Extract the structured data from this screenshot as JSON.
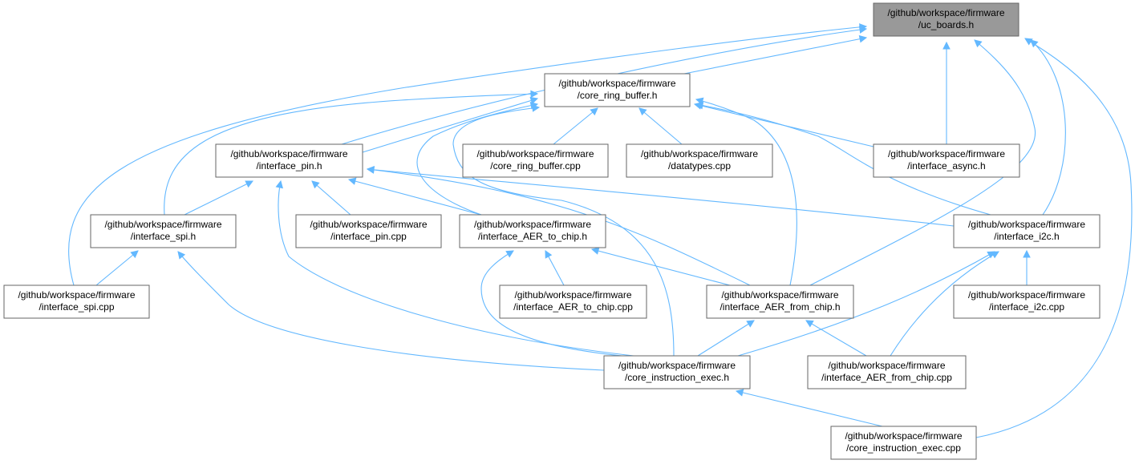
{
  "colors": {
    "edge": "#63b8ff",
    "node_border": "#666666",
    "node_fill": "#ffffff",
    "root_fill": "#999999"
  },
  "nodes": [
    {
      "id": "uc_boards_h",
      "lines": [
        "/github/workspace/firmware",
        "/uc_boards.h"
      ],
      "highlight": true
    },
    {
      "id": "core_ring_buffer_h",
      "lines": [
        "/github/workspace/firmware",
        "/core_ring_buffer.h"
      ]
    },
    {
      "id": "interface_pin_h",
      "lines": [
        "/github/workspace/firmware",
        "/interface_pin.h"
      ]
    },
    {
      "id": "core_ring_buffer_cpp",
      "lines": [
        "/github/workspace/firmware",
        "/core_ring_buffer.cpp"
      ]
    },
    {
      "id": "datatypes_cpp",
      "lines": [
        "/github/workspace/firmware",
        "/datatypes.cpp"
      ]
    },
    {
      "id": "interface_async_h",
      "lines": [
        "/github/workspace/firmware",
        "/interface_async.h"
      ]
    },
    {
      "id": "interface_spi_h",
      "lines": [
        "/github/workspace/firmware",
        "/interface_spi.h"
      ]
    },
    {
      "id": "interface_pin_cpp",
      "lines": [
        "/github/workspace/firmware",
        "/interface_pin.cpp"
      ]
    },
    {
      "id": "interface_aer_to_chip_h",
      "lines": [
        "/github/workspace/firmware",
        "/interface_AER_to_chip.h"
      ]
    },
    {
      "id": "interface_i2c_h",
      "lines": [
        "/github/workspace/firmware",
        "/interface_i2c.h"
      ]
    },
    {
      "id": "interface_spi_cpp",
      "lines": [
        "/github/workspace/firmware",
        "/interface_spi.cpp"
      ]
    },
    {
      "id": "interface_aer_to_chip_cpp",
      "lines": [
        "/github/workspace/firmware",
        "/interface_AER_to_chip.cpp"
      ]
    },
    {
      "id": "interface_aer_from_chip_h",
      "lines": [
        "/github/workspace/firmware",
        "/interface_AER_from_chip.h"
      ]
    },
    {
      "id": "interface_i2c_cpp",
      "lines": [
        "/github/workspace/firmware",
        "/interface_i2c.cpp"
      ]
    },
    {
      "id": "core_instruction_exec_h",
      "lines": [
        "/github/workspace/firmware",
        "/core_instruction_exec.h"
      ]
    },
    {
      "id": "interface_aer_from_chip_cpp",
      "lines": [
        "/github/workspace/firmware",
        "/interface_AER_from_chip.cpp"
      ]
    },
    {
      "id": "core_instruction_exec_cpp",
      "lines": [
        "/github/workspace/firmware",
        "/core_instruction_exec.cpp"
      ]
    }
  ],
  "edges": [
    {
      "from": "core_ring_buffer_h",
      "to": "uc_boards_h"
    },
    {
      "from": "interface_pin_h",
      "to": "uc_boards_h"
    },
    {
      "from": "interface_spi_cpp",
      "to": "uc_boards_h"
    },
    {
      "from": "interface_async_h",
      "to": "uc_boards_h"
    },
    {
      "from": "interface_aer_from_chip_h",
      "to": "uc_boards_h"
    },
    {
      "from": "interface_i2c_h",
      "to": "uc_boards_h"
    },
    {
      "from": "core_instruction_exec_cpp",
      "to": "uc_boards_h"
    },
    {
      "from": "interface_pin_h",
      "to": "core_ring_buffer_h"
    },
    {
      "from": "core_ring_buffer_cpp",
      "to": "core_ring_buffer_h"
    },
    {
      "from": "datatypes_cpp",
      "to": "core_ring_buffer_h"
    },
    {
      "from": "interface_async_h",
      "to": "core_ring_buffer_h"
    },
    {
      "from": "interface_spi_h",
      "to": "core_ring_buffer_h"
    },
    {
      "from": "interface_aer_to_chip_h",
      "to": "core_ring_buffer_h"
    },
    {
      "from": "interface_i2c_h",
      "to": "core_ring_buffer_h"
    },
    {
      "from": "interface_aer_from_chip_h",
      "to": "core_ring_buffer_h"
    },
    {
      "from": "core_instruction_exec_h",
      "to": "core_ring_buffer_h"
    },
    {
      "from": "interface_spi_h",
      "to": "interface_pin_h"
    },
    {
      "from": "interface_pin_cpp",
      "to": "interface_pin_h"
    },
    {
      "from": "interface_aer_to_chip_h",
      "to": "interface_pin_h"
    },
    {
      "from": "interface_i2c_h",
      "to": "interface_pin_h"
    },
    {
      "from": "interface_aer_from_chip_h",
      "to": "interface_pin_h"
    },
    {
      "from": "core_instruction_exec_h",
      "to": "interface_pin_h"
    },
    {
      "from": "interface_spi_cpp",
      "to": "interface_spi_h"
    },
    {
      "from": "core_instruction_exec_h",
      "to": "interface_spi_h"
    },
    {
      "from": "interface_aer_to_chip_cpp",
      "to": "interface_aer_to_chip_h"
    },
    {
      "from": "interface_aer_from_chip_h",
      "to": "interface_aer_to_chip_h"
    },
    {
      "from": "core_instruction_exec_h",
      "to": "interface_aer_to_chip_h"
    },
    {
      "from": "interface_i2c_cpp",
      "to": "interface_i2c_h"
    },
    {
      "from": "core_instruction_exec_h",
      "to": "interface_i2c_h"
    },
    {
      "from": "interface_aer_from_chip_cpp",
      "to": "interface_i2c_h"
    },
    {
      "from": "core_instruction_exec_h",
      "to": "interface_aer_from_chip_h"
    },
    {
      "from": "interface_aer_from_chip_cpp",
      "to": "interface_aer_from_chip_h"
    },
    {
      "from": "core_instruction_exec_cpp",
      "to": "core_instruction_exec_h"
    }
  ]
}
